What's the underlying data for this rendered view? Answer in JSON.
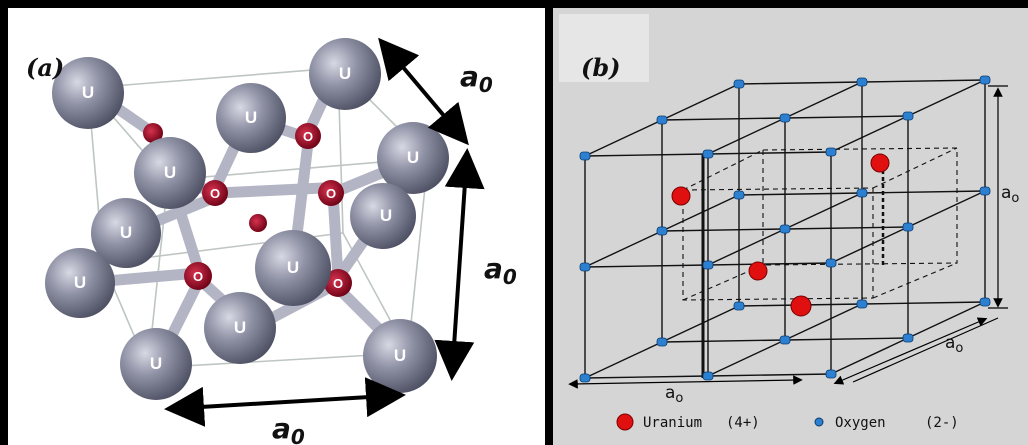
{
  "panel_a": {
    "label": "(a)",
    "dimension_symbol": "a",
    "dimension_sub": "0",
    "uranium_label": "U",
    "oxygen_label": "O",
    "colors": {
      "uranium": "#8a8c9e",
      "oxygen": "#a0102a",
      "bond": "#b8bac8"
    }
  },
  "panel_b": {
    "label": "(b)",
    "dimension_symbol": "a",
    "dimension_sub": "o",
    "legend": [
      {
        "name": "Uranium",
        "charge": "(4+)",
        "color": "#e01010"
      },
      {
        "name": "Oxygen",
        "charge": "(2-)",
        "color": "#2d7fd0"
      }
    ],
    "colors": {
      "background": "#d5d5d5"
    }
  }
}
